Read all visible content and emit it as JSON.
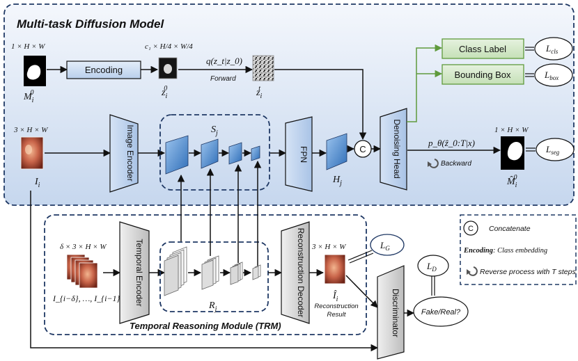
{
  "title": "Multi-task Diffusion Model",
  "mask_top": {
    "dim": "1 × H × W",
    "label": "M",
    "sub": "i",
    "sup": "0"
  },
  "encoding_box": "Encoding",
  "latent0": {
    "dim": "c₁ × H/4 × W/4",
    "label": "z",
    "sub": "i",
    "sup": "0"
  },
  "forward": {
    "formula": "q(z_t|z_0)",
    "label": "Forward"
  },
  "latentT": {
    "label": "z",
    "sub": "i",
    "sup": "t"
  },
  "class_label_box": "Class Label",
  "bbox_box": "Bounding Box",
  "loss_cls": {
    "base": "L",
    "sub": "cls"
  },
  "loss_box": {
    "base": "L",
    "sub": "box"
  },
  "loss_seg": {
    "base": "L",
    "sub": "seg"
  },
  "loss_g": {
    "base": "L",
    "sub": "G"
  },
  "loss_d": {
    "base": "L",
    "sub": "D"
  },
  "input_image": {
    "dim": "3 × H × W",
    "label": "I",
    "sub": "i"
  },
  "image_encoder": "Image Encoder",
  "sj_label": {
    "base": "S",
    "sub": "j"
  },
  "fpn": "FPN",
  "hj_label": {
    "base": "H",
    "sub": "j"
  },
  "concat_symbol": "C",
  "denoising_head": "Denoising Head",
  "backward": {
    "formula": "p_θ(ẑ_0:T|x)",
    "label": "Backward"
  },
  "output_mask": {
    "dim": "1 × H × W",
    "label": "M̂",
    "sub": "i",
    "sup": "0"
  },
  "temporal": {
    "dim": "δ × 3 × H × W",
    "seq": "I_{i−δ}, …, I_{i−1}"
  },
  "temporal_encoder": "Temporal Encoder",
  "rj_label": {
    "base": "R",
    "sub": "j"
  },
  "recon_decoder": "Reconstruction Decoder",
  "recon": {
    "dim": "3 × H × W",
    "label": "Î",
    "sub": "i",
    "caption1": "Reconstruction",
    "caption2": "Result"
  },
  "trm_title": "Temporal Reasoning Module (TRM)",
  "discriminator": "Discriminator",
  "fake_real": "Fake/Real?",
  "legend": {
    "concat": "Concatenate",
    "encoding_key": "Encoding",
    "encoding_desc": ": Class embedding",
    "reverse": "Reverse process with T steps"
  },
  "colors": {
    "panel_top": "#f3f6fb",
    "panel_bottom": "#c9d9ef",
    "blue_light": "#dbe8f7",
    "blue_dark": "#3f7fc7",
    "green_fill": "#d9ead3",
    "green_stroke": "#5f9a3c",
    "gray_fill": "#d9d9d9",
    "dash_navy": "#1f3864"
  }
}
